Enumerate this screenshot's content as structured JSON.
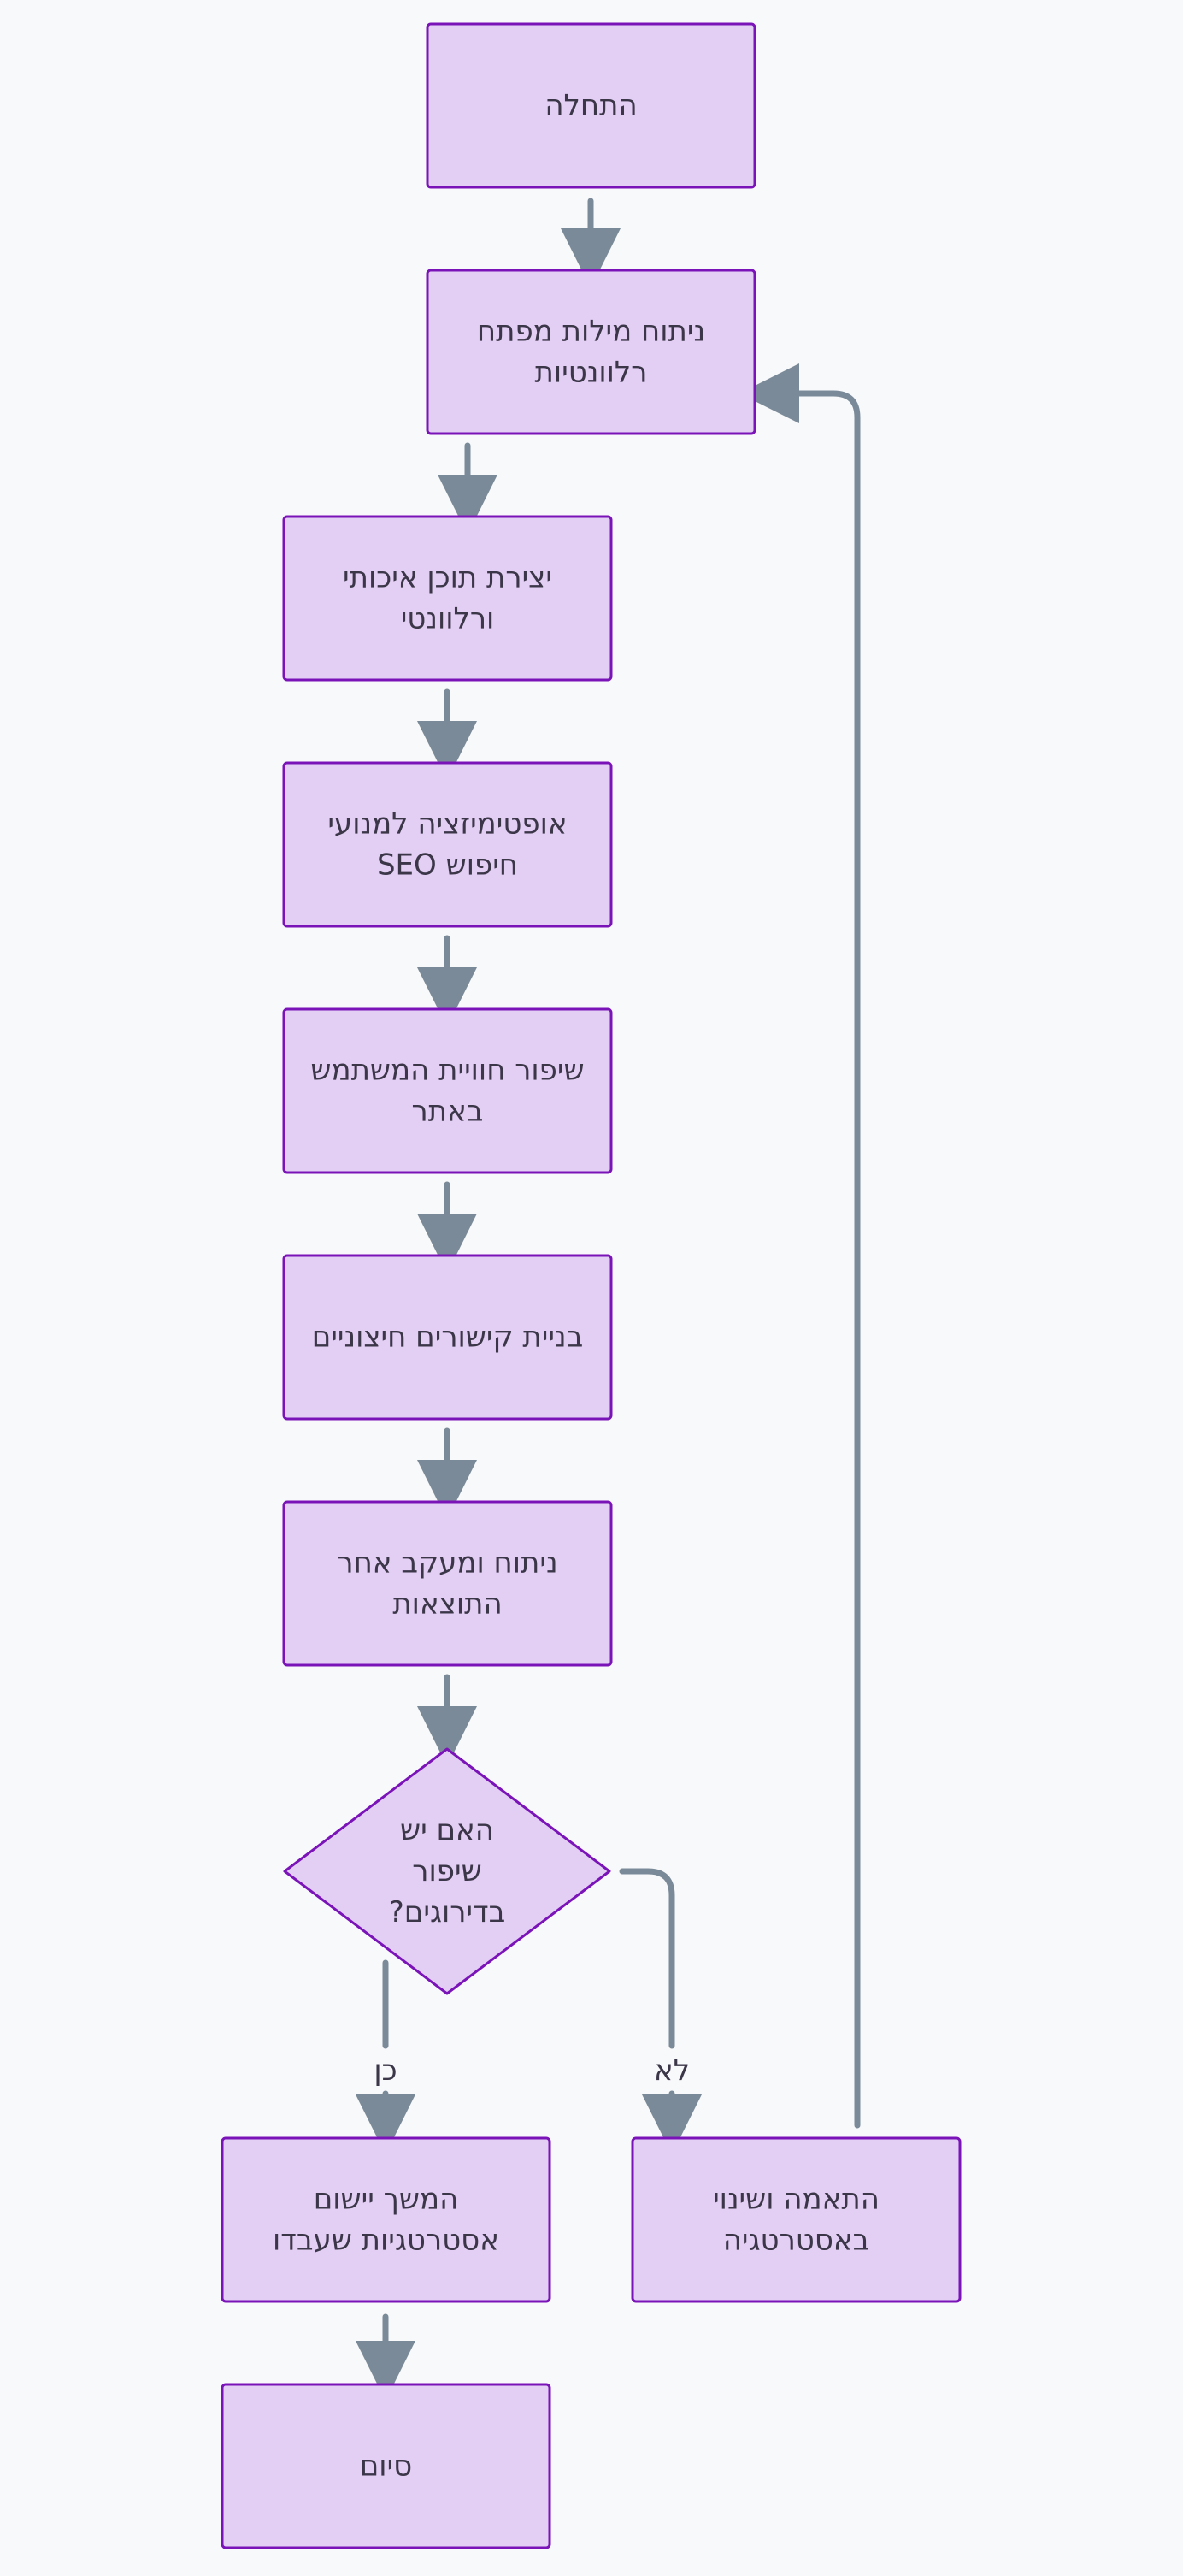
{
  "colors": {
    "background": "#f8f9fb",
    "node_fill": "#e3cef4",
    "node_stroke": "#7a14b8",
    "edge": "#7a8a98",
    "text": "#3b3648"
  },
  "nodes": {
    "start": {
      "lines": [
        "התחלה"
      ]
    },
    "keywords": {
      "lines": [
        "ניתוח מילות מפתח",
        "רלוונטיות"
      ]
    },
    "content": {
      "lines": [
        "יצירת תוכן איכותי",
        "ורלוונטי"
      ]
    },
    "seo": {
      "lines": [
        "אופטימיזציה למנועי",
        "חיפוש SEO"
      ]
    },
    "ux": {
      "lines": [
        "שיפור חוויית המשתמש",
        "באתר"
      ]
    },
    "links": {
      "lines": [
        "בניית קישורים חיצוניים"
      ]
    },
    "tracking": {
      "lines": [
        "ניתוח ומעקב אחר",
        "התוצאות"
      ]
    },
    "decision": {
      "lines": [
        "האם יש",
        "שיפור",
        "בדירוגים?"
      ]
    },
    "continue": {
      "lines": [
        "המשך יישום",
        "אסטרטגיות שעבדו"
      ]
    },
    "adjust": {
      "lines": [
        "התאמה ושינוי",
        "באסטרטגיה"
      ]
    },
    "end": {
      "lines": [
        "סיום"
      ]
    }
  },
  "edges": {
    "yes_label": "כן",
    "no_label": "לא"
  }
}
